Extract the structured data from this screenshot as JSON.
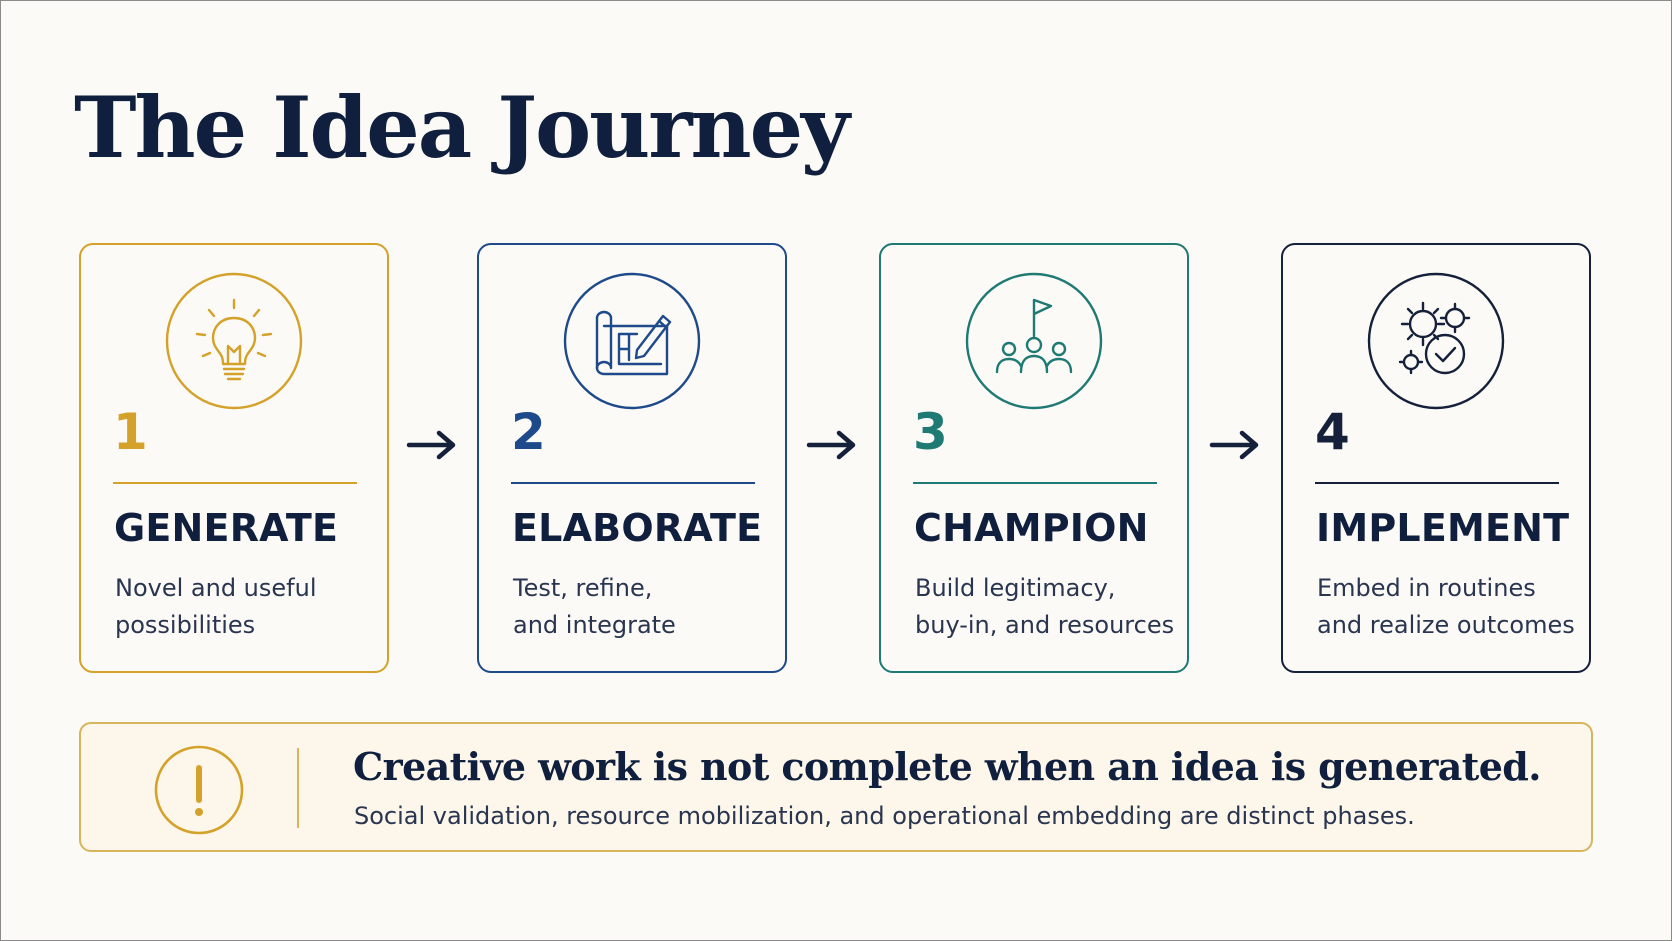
{
  "title": "The Idea Journey",
  "steps": [
    {
      "number": "1",
      "label": "GENERATE",
      "description": "Novel and useful\npossibilities",
      "color": "#d4a22a",
      "icon": "lightbulb-icon"
    },
    {
      "number": "2",
      "label": "ELABORATE",
      "description": "Test, refine,\nand integrate",
      "color": "#1e4a8c",
      "icon": "blueprint-pencil-icon"
    },
    {
      "number": "3",
      "label": "CHAMPION",
      "description": "Build legitimacy,\nbuy-in, and resources",
      "color": "#1f7a73",
      "icon": "team-flag-icon"
    },
    {
      "number": "4",
      "label": "IMPLEMENT",
      "description": "Embed in routines\nand realize outcomes",
      "color": "#15213b",
      "icon": "gears-check-icon"
    }
  ],
  "arrow_color": "#15213b",
  "note": {
    "icon": "exclamation-icon",
    "headline": "Creative work is not complete when an idea is generated.",
    "subtext": "Social validation, resource mobilization, and operational embedding are distinct phases.",
    "accent": "#d8b45c"
  }
}
